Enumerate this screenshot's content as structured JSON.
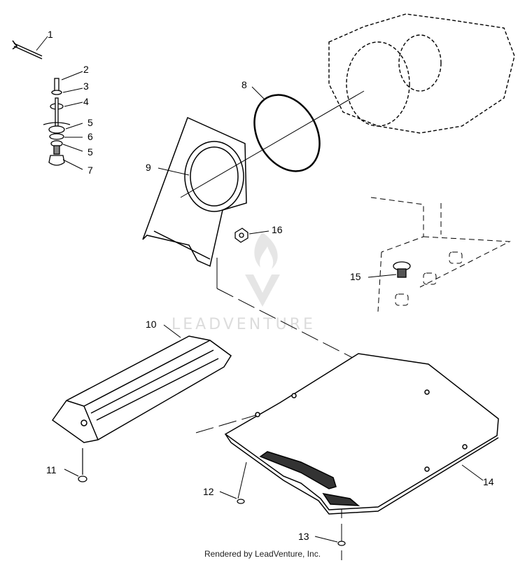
{
  "watermark": {
    "text": "LEADVENTURE"
  },
  "callouts": [
    "1",
    "2",
    "3",
    "4",
    "5",
    "6",
    "5",
    "7",
    "8",
    "9",
    "16",
    "15",
    "10",
    "11",
    "12",
    "13",
    "14"
  ],
  "footer": {
    "text": "Rendered by LeadVenture, Inc."
  }
}
